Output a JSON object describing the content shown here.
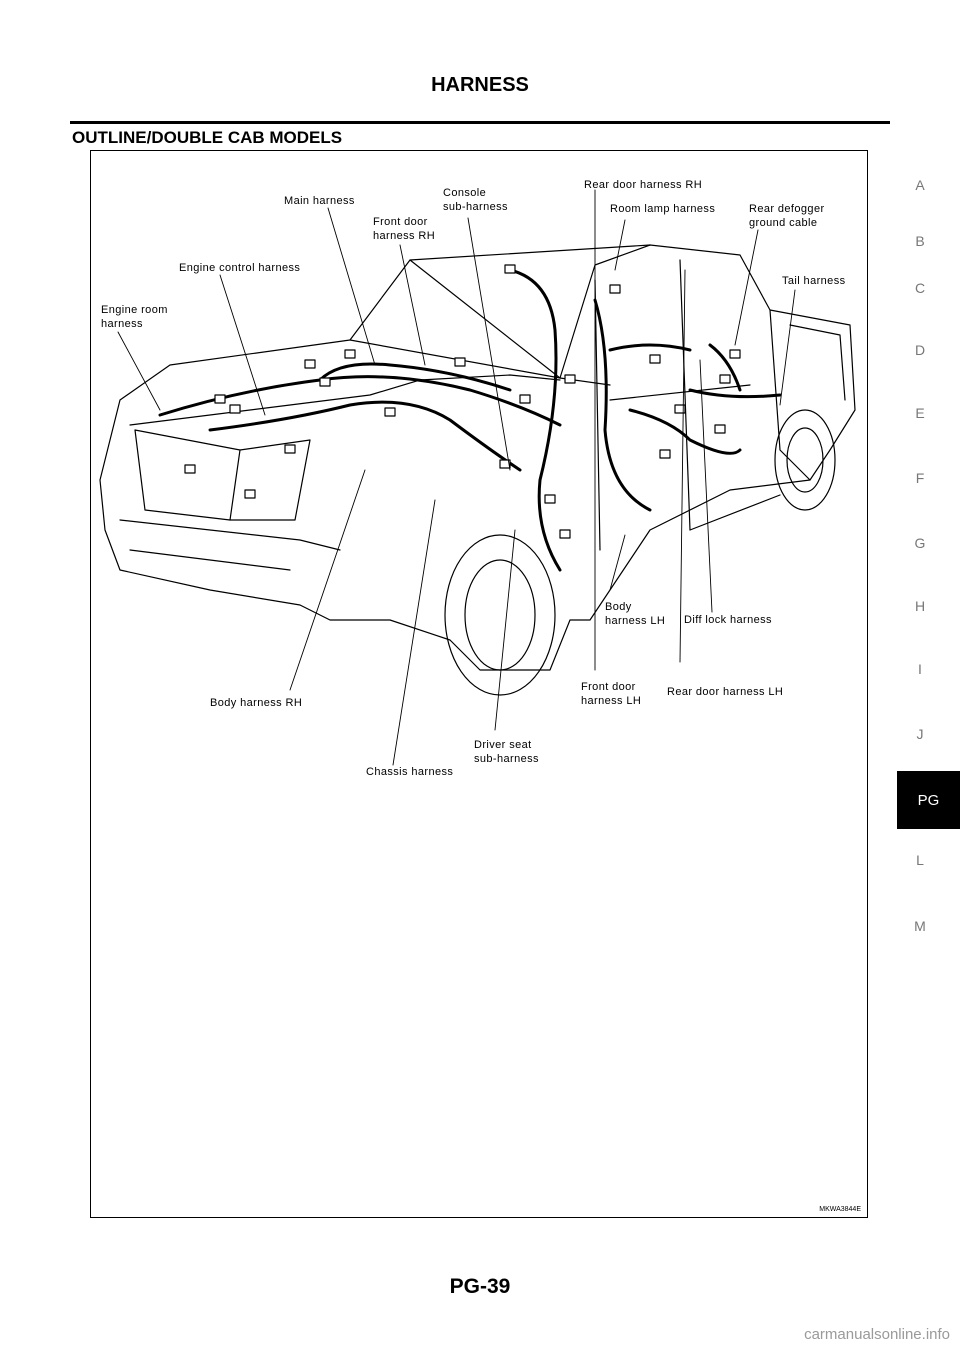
{
  "header": {
    "title": "HARNESS"
  },
  "section": {
    "title": "OUTLINE/DOUBLE CAB MODELS"
  },
  "figure": {
    "code": "MKWA3844E",
    "labels": {
      "main_harness": "Main harness",
      "console_sub_harness": "Console\nsub-harness",
      "rear_door_harness_rh": "Rear door harness RH",
      "front_door_harness_rh": "Front door\nharness RH",
      "room_lamp_harness": "Room lamp harness",
      "rear_defogger_ground_cable": "Rear defogger\nground cable",
      "engine_control_harness": "Engine control harness",
      "tail_harness": "Tail harness",
      "engine_room_harness": "Engine room\nharness",
      "body_harness_lh": "Body\nharness LH",
      "diff_lock_harness": "Diff lock harness",
      "front_door_harness_lh": "Front door\nharness LH",
      "rear_door_harness_lh": "Rear door harness LH",
      "body_harness_rh": "Body harness RH",
      "driver_seat_sub_harness": "Driver seat\nsub-harness",
      "chassis_harness": "Chassis harness"
    }
  },
  "side_tabs": {
    "letters": [
      "A",
      "B",
      "C",
      "D",
      "E",
      "F",
      "G",
      "H",
      "I",
      "J"
    ],
    "active": "PG",
    "after": [
      "L",
      "M"
    ]
  },
  "footer": {
    "page_number": "PG-39",
    "watermark": "carmanualsonline.info"
  }
}
